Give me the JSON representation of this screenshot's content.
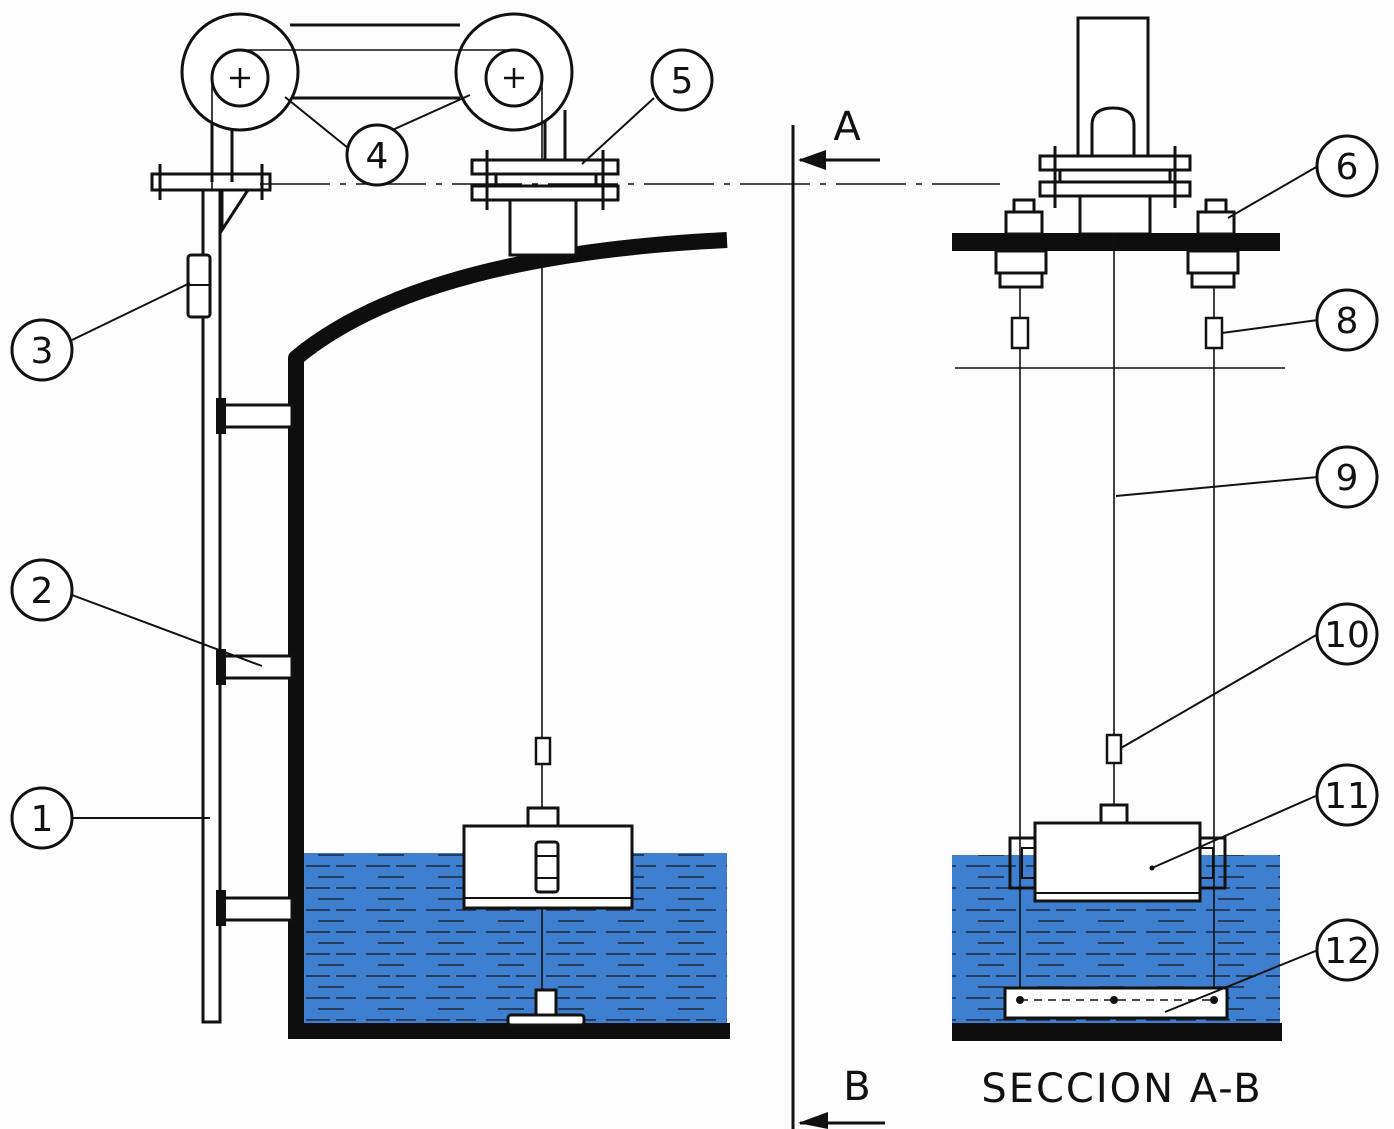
{
  "labels": {
    "section_a": "A",
    "section_b": "B",
    "section_title": "SECCION A-B"
  },
  "callouts": [
    {
      "id": "c1",
      "text": "1"
    },
    {
      "id": "c2",
      "text": "2"
    },
    {
      "id": "c3",
      "text": "3"
    },
    {
      "id": "c4",
      "text": "4"
    },
    {
      "id": "c5",
      "text": "5"
    },
    {
      "id": "c6",
      "text": "6"
    },
    {
      "id": "c8",
      "text": "8"
    },
    {
      "id": "c9",
      "text": "9"
    },
    {
      "id": "c10",
      "text": "10"
    },
    {
      "id": "c11",
      "text": "11"
    },
    {
      "id": "c12",
      "text": "12"
    }
  ],
  "colors": {
    "water": "#3f7fd0",
    "wall": "#0e0e0e",
    "line": "#111111"
  }
}
